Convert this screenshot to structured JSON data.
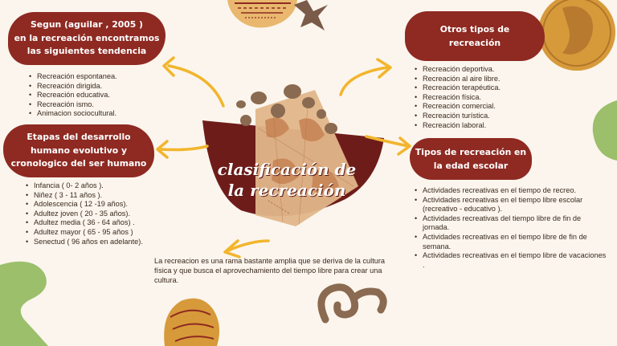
{
  "center": {
    "title_lines": [
      "clasificación de",
      "la recreación"
    ]
  },
  "top_left": {
    "heading_lines": [
      "Segun (aguilar , 2005 )",
      "en la recreación encontramos",
      "las siguientes tendencia"
    ],
    "items": [
      "Recreación espontanea.",
      "Recreación dirigida.",
      "Recreación educativa.",
      "Recreación ismo.",
      "Animacion  sociocultural."
    ]
  },
  "mid_left": {
    "heading_lines": [
      "Etapas del desarrollo",
      "humano evolutivo y",
      "cronologico del ser humano"
    ],
    "items": [
      "Infancia ( 0- 2 años ).",
      "Niñez ( 3 - 11 años ).",
      "Adolescencia ( 12 -19 años).",
      "Adultez joven ( 20 - 35 años).",
      "Adultez media ( 36 - 64 años) .",
      "Adultez mayor ( 65 - 95 años )",
      "Senectud ( 96 años en adelante)."
    ]
  },
  "top_right": {
    "heading_lines": [
      "Otros tipos de",
      "recreación"
    ],
    "items": [
      "Recreación deportiva.",
      "Recreación al aire libre.",
      "Recreación terapéutica.",
      "Recreación física.",
      "Recreación comercial.",
      "Recreación turística.",
      "Recreación laboral."
    ]
  },
  "mid_right": {
    "heading_lines": [
      "Tipos de recreación en",
      "la edad escolar"
    ],
    "items": [
      "Actividades recreativas en el tiempo de recreo.",
      "Actividades recreativas en el tiempo libre escolar (recreativo - educativo ).",
      "Actividades recreativas del tiempo libre de fin de jornada.",
      "Actividades recreativas en el tiempo libre de fin de semana.",
      "Actividades recreativas en el tiempo libre de vacaciones ."
    ]
  },
  "bottom": {
    "paragraph": "La recreacion es una rama bastante amplia que se deriva de la cultura física y que busca el aprovechamiento del tiempo  libre para crear una cultura."
  },
  "colors": {
    "accent_red": "#8e2a22",
    "arrow_yellow": "#f2b52c",
    "map_tan": "#c9895a",
    "green": "#9bbf6a",
    "brown": "#8a6a50"
  }
}
